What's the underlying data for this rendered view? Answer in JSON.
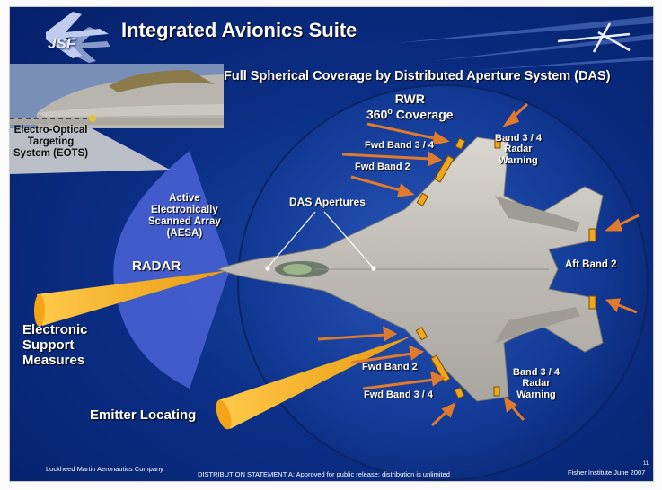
{
  "title": "Integrated Avionics Suite",
  "subtitle": "Full Spherical Coverage by Distributed Aperture System (DAS)",
  "logo_text": "JSF",
  "rwr": {
    "line1": "RWR",
    "line2_number": "360",
    "line2_degree": "o",
    "line2_text": " Coverage"
  },
  "eots": {
    "line1": "Electro-Optical",
    "line2": "Targeting",
    "line3": "System (EOTS)"
  },
  "aesa": {
    "line1": "Active",
    "line2": "Electronically",
    "line3": "Scanned Array",
    "line4": "(AESA)"
  },
  "radar_label": "RADAR",
  "das_apertures_label": "DAS Apertures",
  "fwd_band_34_top": "Fwd Band 3 / 4",
  "fwd_band_2_top": "Fwd Band 2",
  "band34_top": {
    "line1": "Band 3 / 4",
    "line2": "Radar",
    "line3": "Warning"
  },
  "aft_band_2": "Aft Band 2",
  "esm": {
    "line1": "Electronic",
    "line2": "Support",
    "line3": "Measures"
  },
  "emitter_locating": "Emitter Locating",
  "fwd_band_2_bottom": "Fwd Band 2",
  "fwd_band_34_bottom": "Fwd Band 3 / 4",
  "band34_bottom": {
    "line1": "Band 3 / 4",
    "line2": "Radar",
    "line3": "Warning"
  },
  "footer": {
    "company": "Lockheed Martin Aeronautics Company",
    "distribution": "DISTRIBUTION STATEMENT A: Approved for public release; distribution is unlimited",
    "institute": "Fisher Institute June 2007",
    "page_number": "11"
  },
  "colors": {
    "background": "#0b2f86",
    "sphere": "#123a95",
    "aesa_cone": "#4b63d6",
    "beam": "#f5a418",
    "arrow": "#e07a2c",
    "aircraft": "#c9c6c0"
  }
}
